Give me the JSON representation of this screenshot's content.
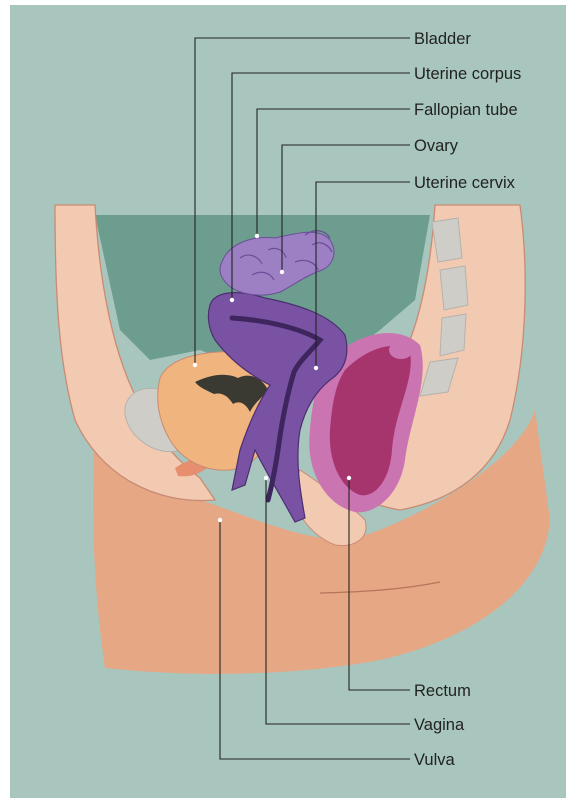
{
  "labels": {
    "bladder": "Bladder",
    "uterine_corpus": "Uterine corpus",
    "fallopian_tube": "Fallopian tube",
    "ovary": "Ovary",
    "uterine_cervix": "Uterine cervix",
    "rectum": "Rectum",
    "vagina": "Vagina",
    "vulva": "Vulva"
  },
  "colors": {
    "background": "#a8c6bd",
    "pelvic_cavity": "#6c9d8f",
    "skin": "#e6a784",
    "bone_tissue": "#f2cab2",
    "bone_grey": "#cfcdc8",
    "bladder": "#f0b47e",
    "bladder_lumen": "#3a3a32",
    "uterus": "#7a52a4",
    "uterus_dark": "#4c2f70",
    "ovary": "#9d80c4",
    "rectum_outer": "#cb74b2",
    "rectum_inner": "#a6346d"
  }
}
